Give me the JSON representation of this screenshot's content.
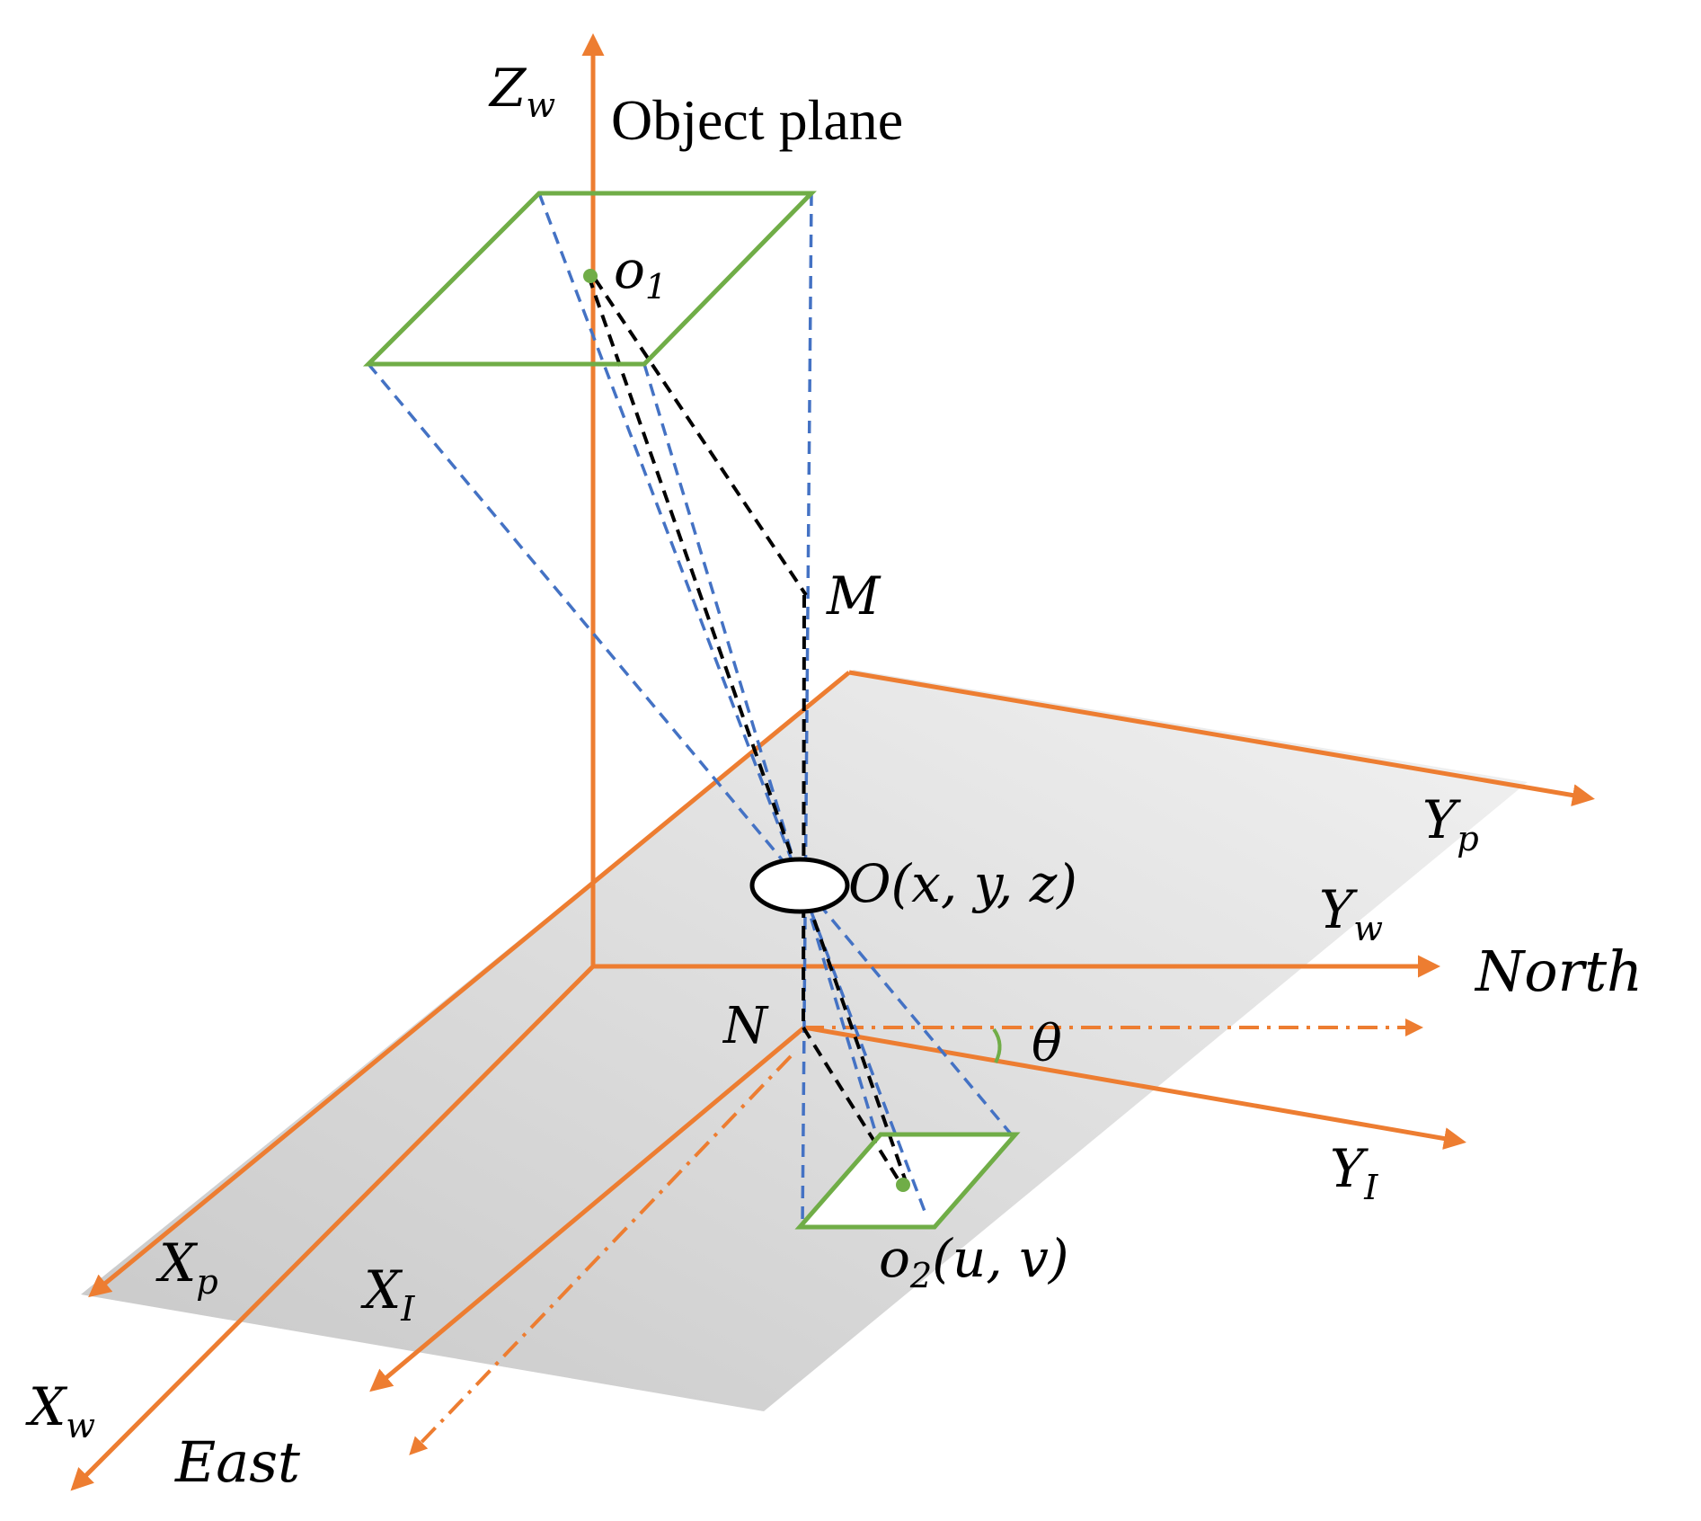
{
  "labels": {
    "zw": "Z",
    "zw_sub": "w",
    "object_plane": "Object plane",
    "o1": "o",
    "o1_sub": "1",
    "m": "M",
    "o_point": "O(x, y, z)",
    "yp": "Y",
    "yp_sub": "p",
    "yw": "Y",
    "yw_sub": "w",
    "north": "North",
    "n": "N",
    "theta": "θ",
    "yi": "Y",
    "yi_sub": "I",
    "o2": "o",
    "o2_sub": "2",
    "o2_coords": "(u, v)",
    "xp": "X",
    "xp_sub": "p",
    "xi": "X",
    "xi_sub": "I",
    "xw": "X",
    "xw_sub": "w",
    "east": "East"
  },
  "colors": {
    "axis": "#ED7D31",
    "frame": "#70AD47",
    "ray": "#4472C4",
    "ground": "#D9D9D9"
  }
}
